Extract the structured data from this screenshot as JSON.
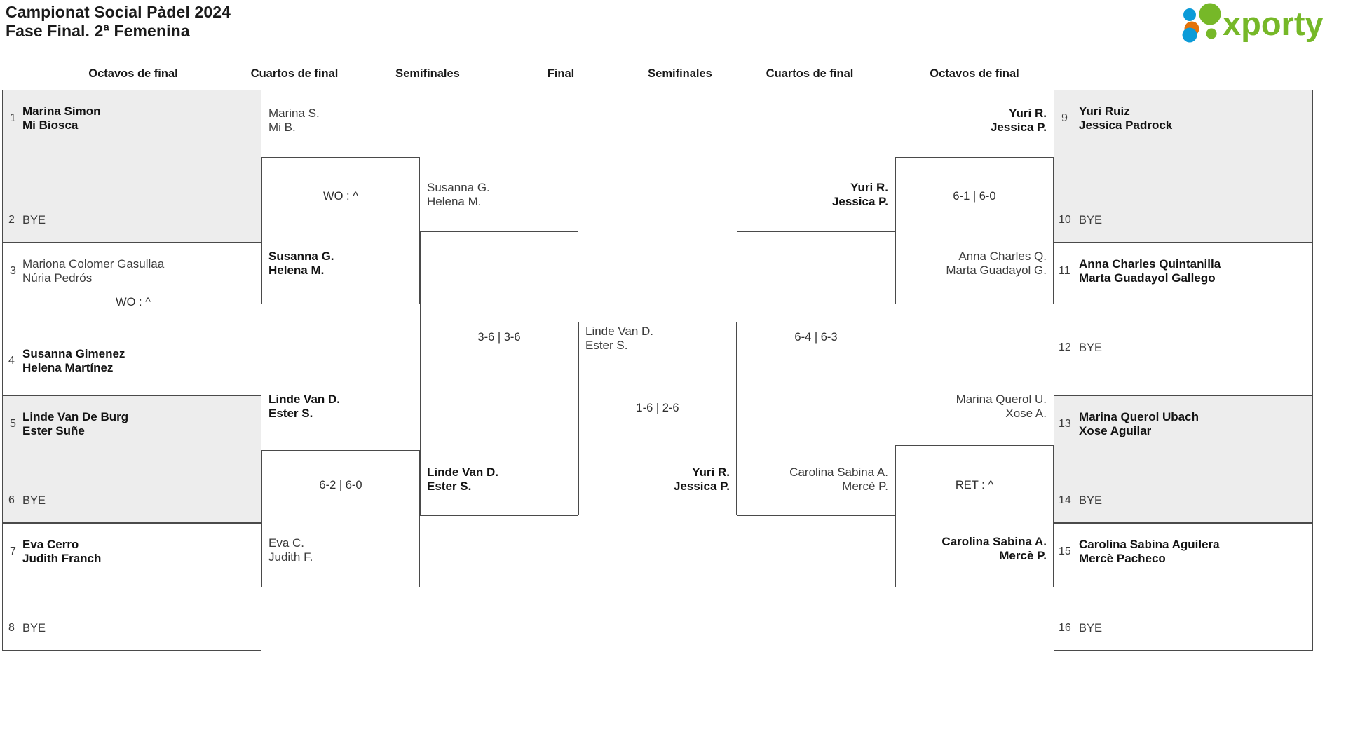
{
  "header": {
    "title_line1": "Campionat Social Pàdel 2024",
    "title_line2": "Fase Final. 2ª Femenina",
    "logo_text": "xporty",
    "logo_colors": {
      "green": "#76b828",
      "orange": "#e3720a",
      "blue": "#0b9bd8"
    }
  },
  "round_headers": {
    "l_r16": "Octavos de final",
    "l_qf": "Cuartos de final",
    "l_sf": "Semifinales",
    "final": "Final",
    "r_sf": "Semifinales",
    "r_qf": "Cuartos de final",
    "r_r16": "Octavos de final"
  },
  "bracket": {
    "left_r16": [
      {
        "seed": "1",
        "p1": "Marina Simon",
        "p2": "Mi Biosca",
        "winner": true,
        "bye": false
      },
      {
        "seed": "2",
        "p1": "BYE",
        "p2": "",
        "winner": false,
        "bye": true
      },
      {
        "seed": "3",
        "p1": "Mariona Colomer Gasullaa",
        "p2": "Núria Pedrós",
        "winner": false,
        "bye": false
      },
      {
        "seed": "4",
        "p1": "Susanna Gimenez",
        "p2": "Helena Martínez",
        "winner": true,
        "bye": false
      },
      {
        "seed": "5",
        "p1": "Linde Van De Burg",
        "p2": "Ester Suñe",
        "winner": true,
        "bye": false
      },
      {
        "seed": "6",
        "p1": "BYE",
        "p2": "",
        "winner": false,
        "bye": true
      },
      {
        "seed": "7",
        "p1": "Eva Cerro",
        "p2": "Judith Franch",
        "winner": true,
        "bye": false
      },
      {
        "seed": "8",
        "p1": "BYE",
        "p2": "",
        "winner": false,
        "bye": true
      }
    ],
    "right_r16": [
      {
        "seed": "9",
        "p1": "Yuri Ruiz",
        "p2": "Jessica Padrock",
        "winner": true,
        "bye": false
      },
      {
        "seed": "10",
        "p1": "BYE",
        "p2": "",
        "winner": false,
        "bye": true
      },
      {
        "seed": "11",
        "p1": "Anna Charles Quintanilla",
        "p2": "Marta Guadayol Gallego",
        "winner": true,
        "bye": false
      },
      {
        "seed": "12",
        "p1": "BYE",
        "p2": "",
        "winner": false,
        "bye": true
      },
      {
        "seed": "13",
        "p1": "Marina Querol Ubach",
        "p2": "Xose Aguilar",
        "winner": true,
        "bye": false
      },
      {
        "seed": "14",
        "p1": "BYE",
        "p2": "",
        "winner": false,
        "bye": true
      },
      {
        "seed": "15",
        "p1": "Carolina Sabina Aguilera",
        "p2": "Mercè Pacheco",
        "winner": true,
        "bye": false
      },
      {
        "seed": "16",
        "p1": "BYE",
        "p2": "",
        "winner": false,
        "bye": true
      }
    ],
    "left_qf": [
      {
        "p1": "Marina S.",
        "p2": "Mi B.",
        "winner": false
      },
      {
        "p1": "Susanna G.",
        "p2": "Helena M.",
        "winner": true
      },
      {
        "p1": "Linde Van D.",
        "p2": "Ester S.",
        "winner": true
      },
      {
        "p1": "Eva C.",
        "p2": "Judith F.",
        "winner": false
      }
    ],
    "left_qf_scores": [
      "WO : ^",
      "6-2 | 6-0"
    ],
    "left_sf": [
      {
        "p1": "Susanna G.",
        "p2": "Helena M.",
        "winner": false
      },
      {
        "p1": "Linde Van D.",
        "p2": "Ester S.",
        "winner": true
      }
    ],
    "left_sf_score": "3-6 | 3-6",
    "final_left": {
      "p1": "Linde Van D.",
      "p2": "Ester S.",
      "winner": false
    },
    "final_right": {
      "p1": "Yuri R.",
      "p2": "Jessica P.",
      "winner": true
    },
    "final_score": "1-6 | 2-6",
    "right_sf": [
      {
        "p1": "Yuri R.",
        "p2": "Jessica P.",
        "winner": true
      },
      {
        "p1": "Carolina Sabina A.",
        "p2": "Mercè P.",
        "winner": false
      }
    ],
    "right_sf_score": "6-4 | 6-3",
    "right_qf": [
      {
        "p1": "Yuri R.",
        "p2": "Jessica P.",
        "winner": true
      },
      {
        "p1": "Anna Charles Q.",
        "p2": "Marta Guadayol G.",
        "winner": false
      },
      {
        "p1": "Marina Querol U.",
        "p2": "Xose A.",
        "winner": false
      },
      {
        "p1": "Carolina Sabina A.",
        "p2": "Mercè P.",
        "winner": true
      }
    ],
    "right_qf_scores": [
      "6-1 | 6-0",
      "RET : ^"
    ]
  }
}
